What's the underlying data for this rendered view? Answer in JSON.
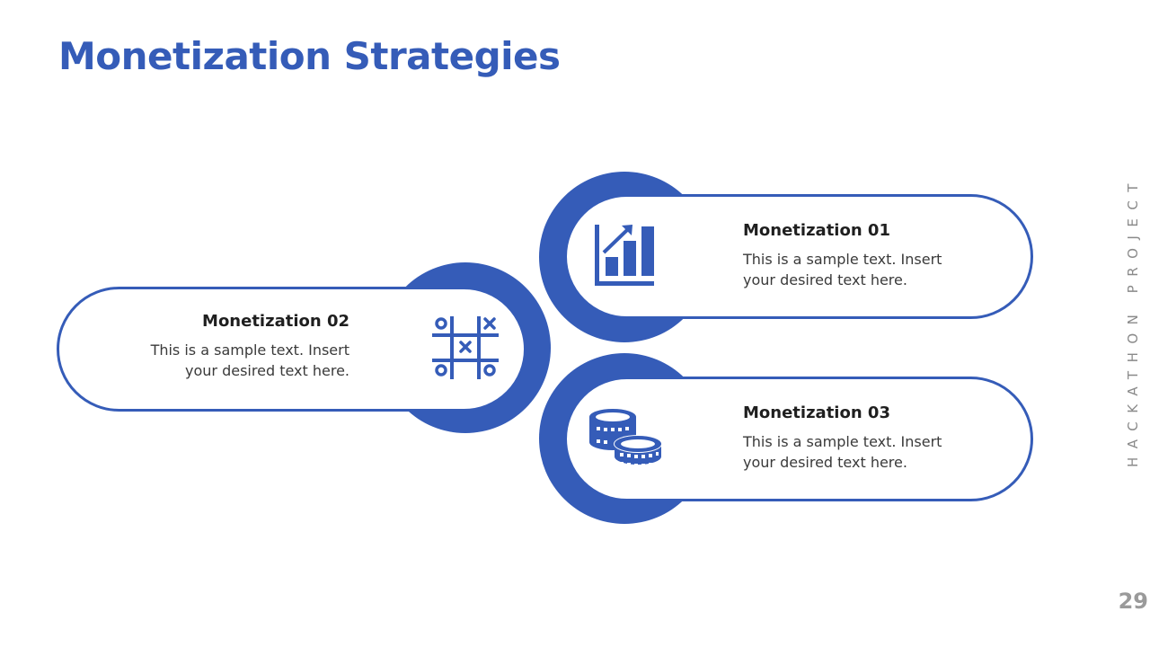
{
  "slide": {
    "title": "Monetization Strategies",
    "side_label": "HACKATHON PROJECT",
    "page_number": "29",
    "accent_color": "#355CB8"
  },
  "cards": [
    {
      "heading": "Monetization 01",
      "body": "This is a sample text. Insert your desired text here.",
      "icon": "bar-chart-growth-icon"
    },
    {
      "heading": "Monetization 02",
      "body": "This is a sample text. Insert your desired text here.",
      "icon": "tic-tac-toe-icon"
    },
    {
      "heading": "Monetization 03",
      "body": "This is a sample text. Insert your desired text here.",
      "icon": "coin-stacks-icon"
    }
  ]
}
